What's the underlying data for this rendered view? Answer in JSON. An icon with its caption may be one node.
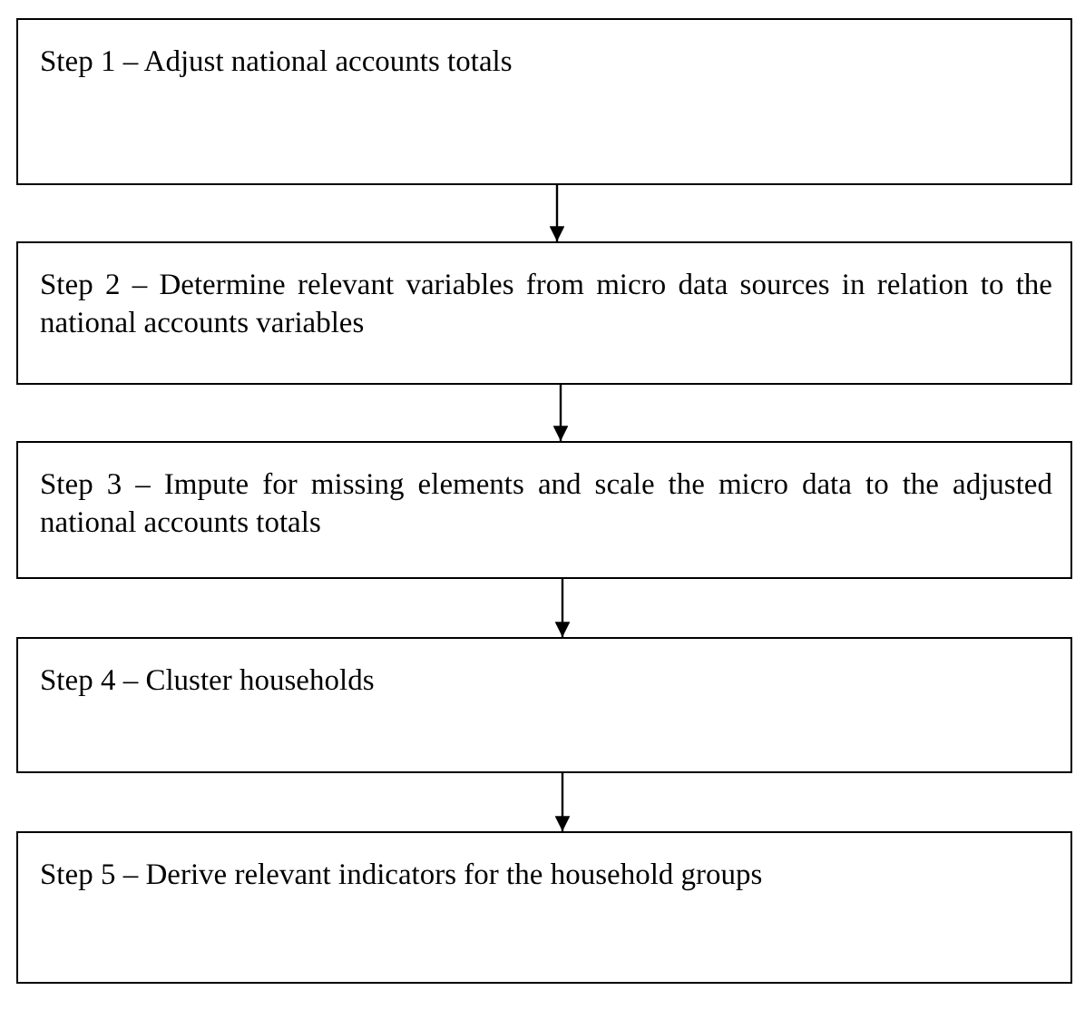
{
  "diagram": {
    "nodes": [
      {
        "text": [
          "Step 1 – Adjust national accounts totals"
        ]
      },
      {
        "text": [
          "Step 2 – Determine relevant variables from micro data sources in relation to the national accounts variables"
        ]
      },
      {
        "text": [
          "Step 3 – Impute for missing elements and scale the micro data to the adjusted national accounts totals"
        ]
      },
      {
        "text": [
          "Step 4 – Cluster households"
        ]
      },
      {
        "text": [
          "Step 5 – Derive relevant indicators for the household groups"
        ]
      }
    ],
    "edges": [
      {
        "from": 0,
        "to": 1,
        "arrow": "to"
      },
      {
        "from": 1,
        "to": 2,
        "arrow": "to"
      },
      {
        "from": 2,
        "to": 3,
        "arrow": "to"
      },
      {
        "from": 3,
        "to": 4,
        "arrow": "to"
      }
    ]
  }
}
